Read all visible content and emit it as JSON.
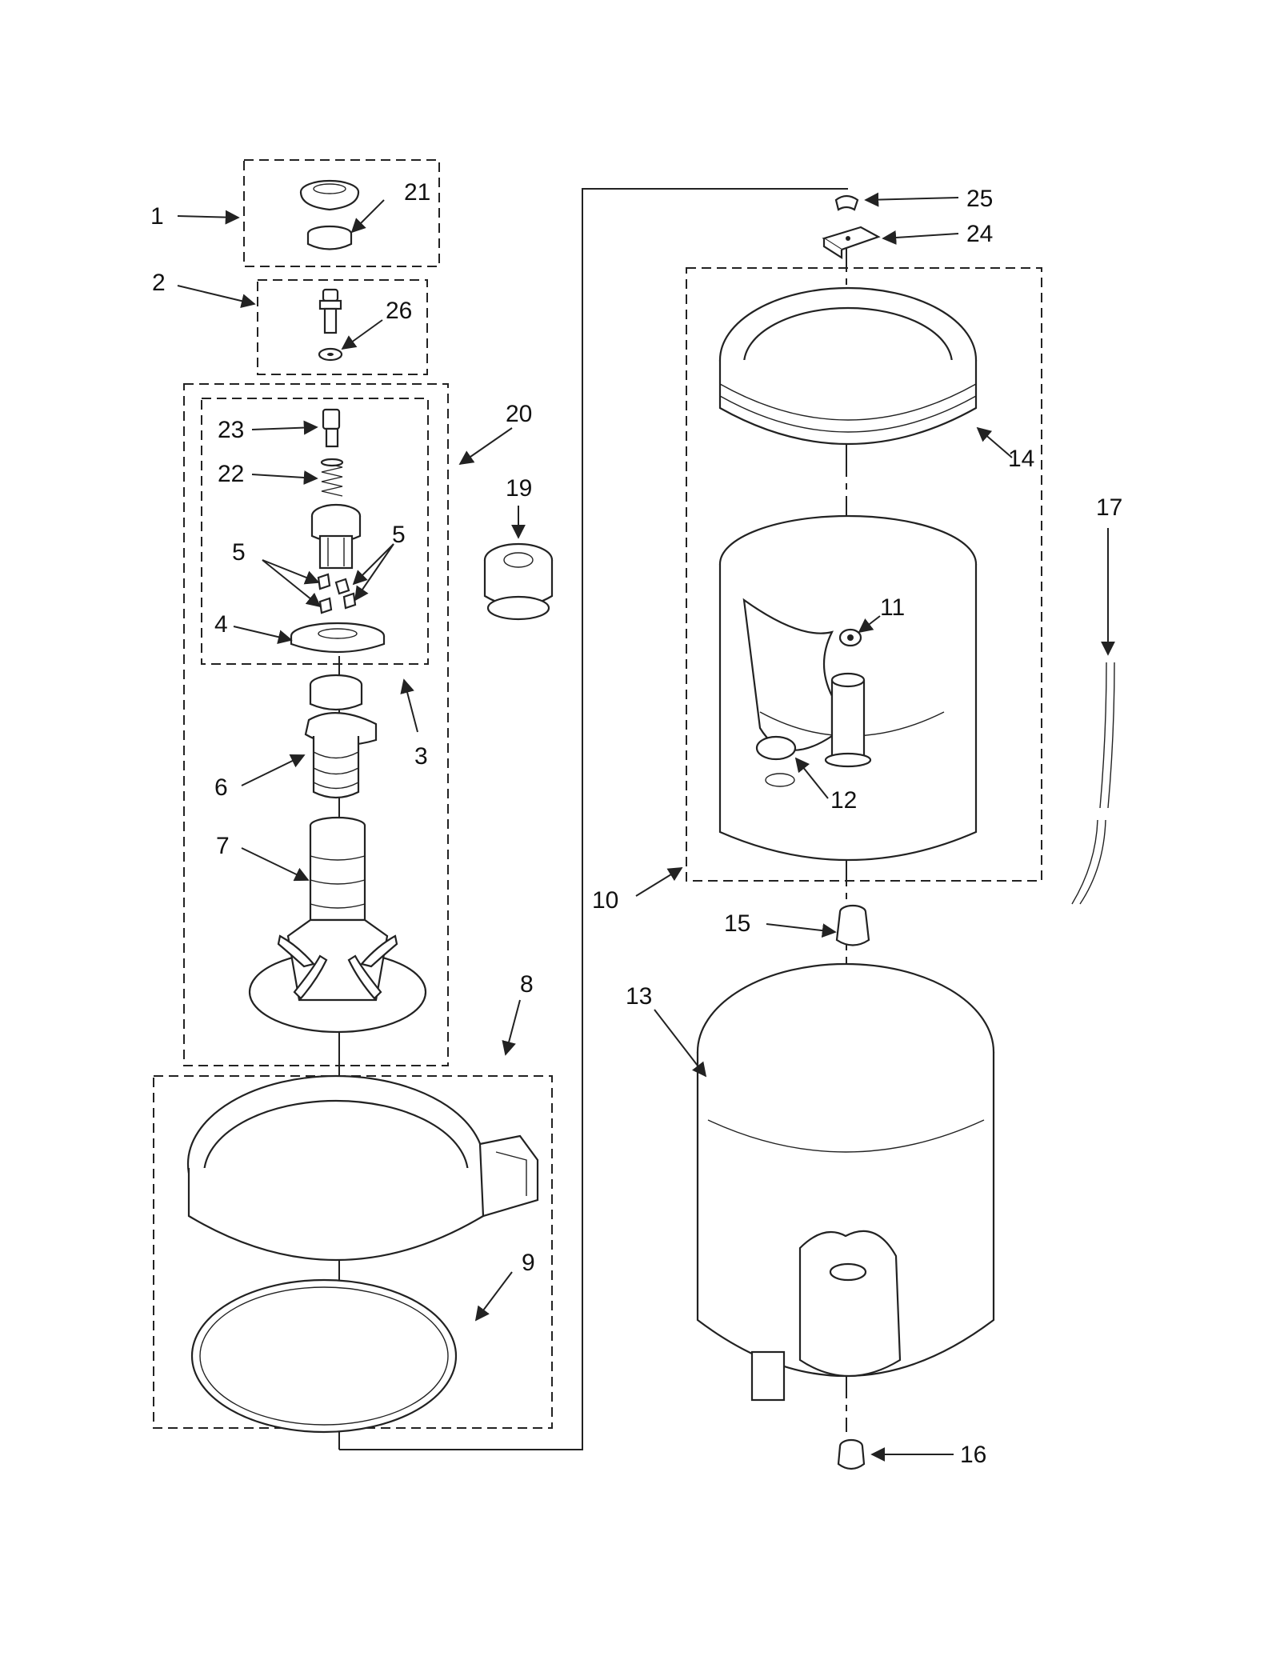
{
  "callouts": [
    {
      "id": "1",
      "text": "1"
    },
    {
      "id": "2",
      "text": "2"
    },
    {
      "id": "3",
      "text": "3"
    },
    {
      "id": "4",
      "text": "4"
    },
    {
      "id": "5a",
      "text": "5"
    },
    {
      "id": "5b",
      "text": "5"
    },
    {
      "id": "6",
      "text": "6"
    },
    {
      "id": "7",
      "text": "7"
    },
    {
      "id": "8",
      "text": "8"
    },
    {
      "id": "9",
      "text": "9"
    },
    {
      "id": "10",
      "text": "10"
    },
    {
      "id": "11",
      "text": "11"
    },
    {
      "id": "12",
      "text": "12"
    },
    {
      "id": "13",
      "text": "13"
    },
    {
      "id": "14",
      "text": "14"
    },
    {
      "id": "15",
      "text": "15"
    },
    {
      "id": "16",
      "text": "16"
    },
    {
      "id": "17",
      "text": "17"
    },
    {
      "id": "19",
      "text": "19"
    },
    {
      "id": "20",
      "text": "20"
    },
    {
      "id": "21",
      "text": "21"
    },
    {
      "id": "22",
      "text": "22"
    },
    {
      "id": "23",
      "text": "23"
    },
    {
      "id": "24",
      "text": "24"
    },
    {
      "id": "25",
      "text": "25"
    },
    {
      "id": "26",
      "text": "26"
    }
  ],
  "colors": {
    "ink": "#222222",
    "background": "#ffffff"
  }
}
